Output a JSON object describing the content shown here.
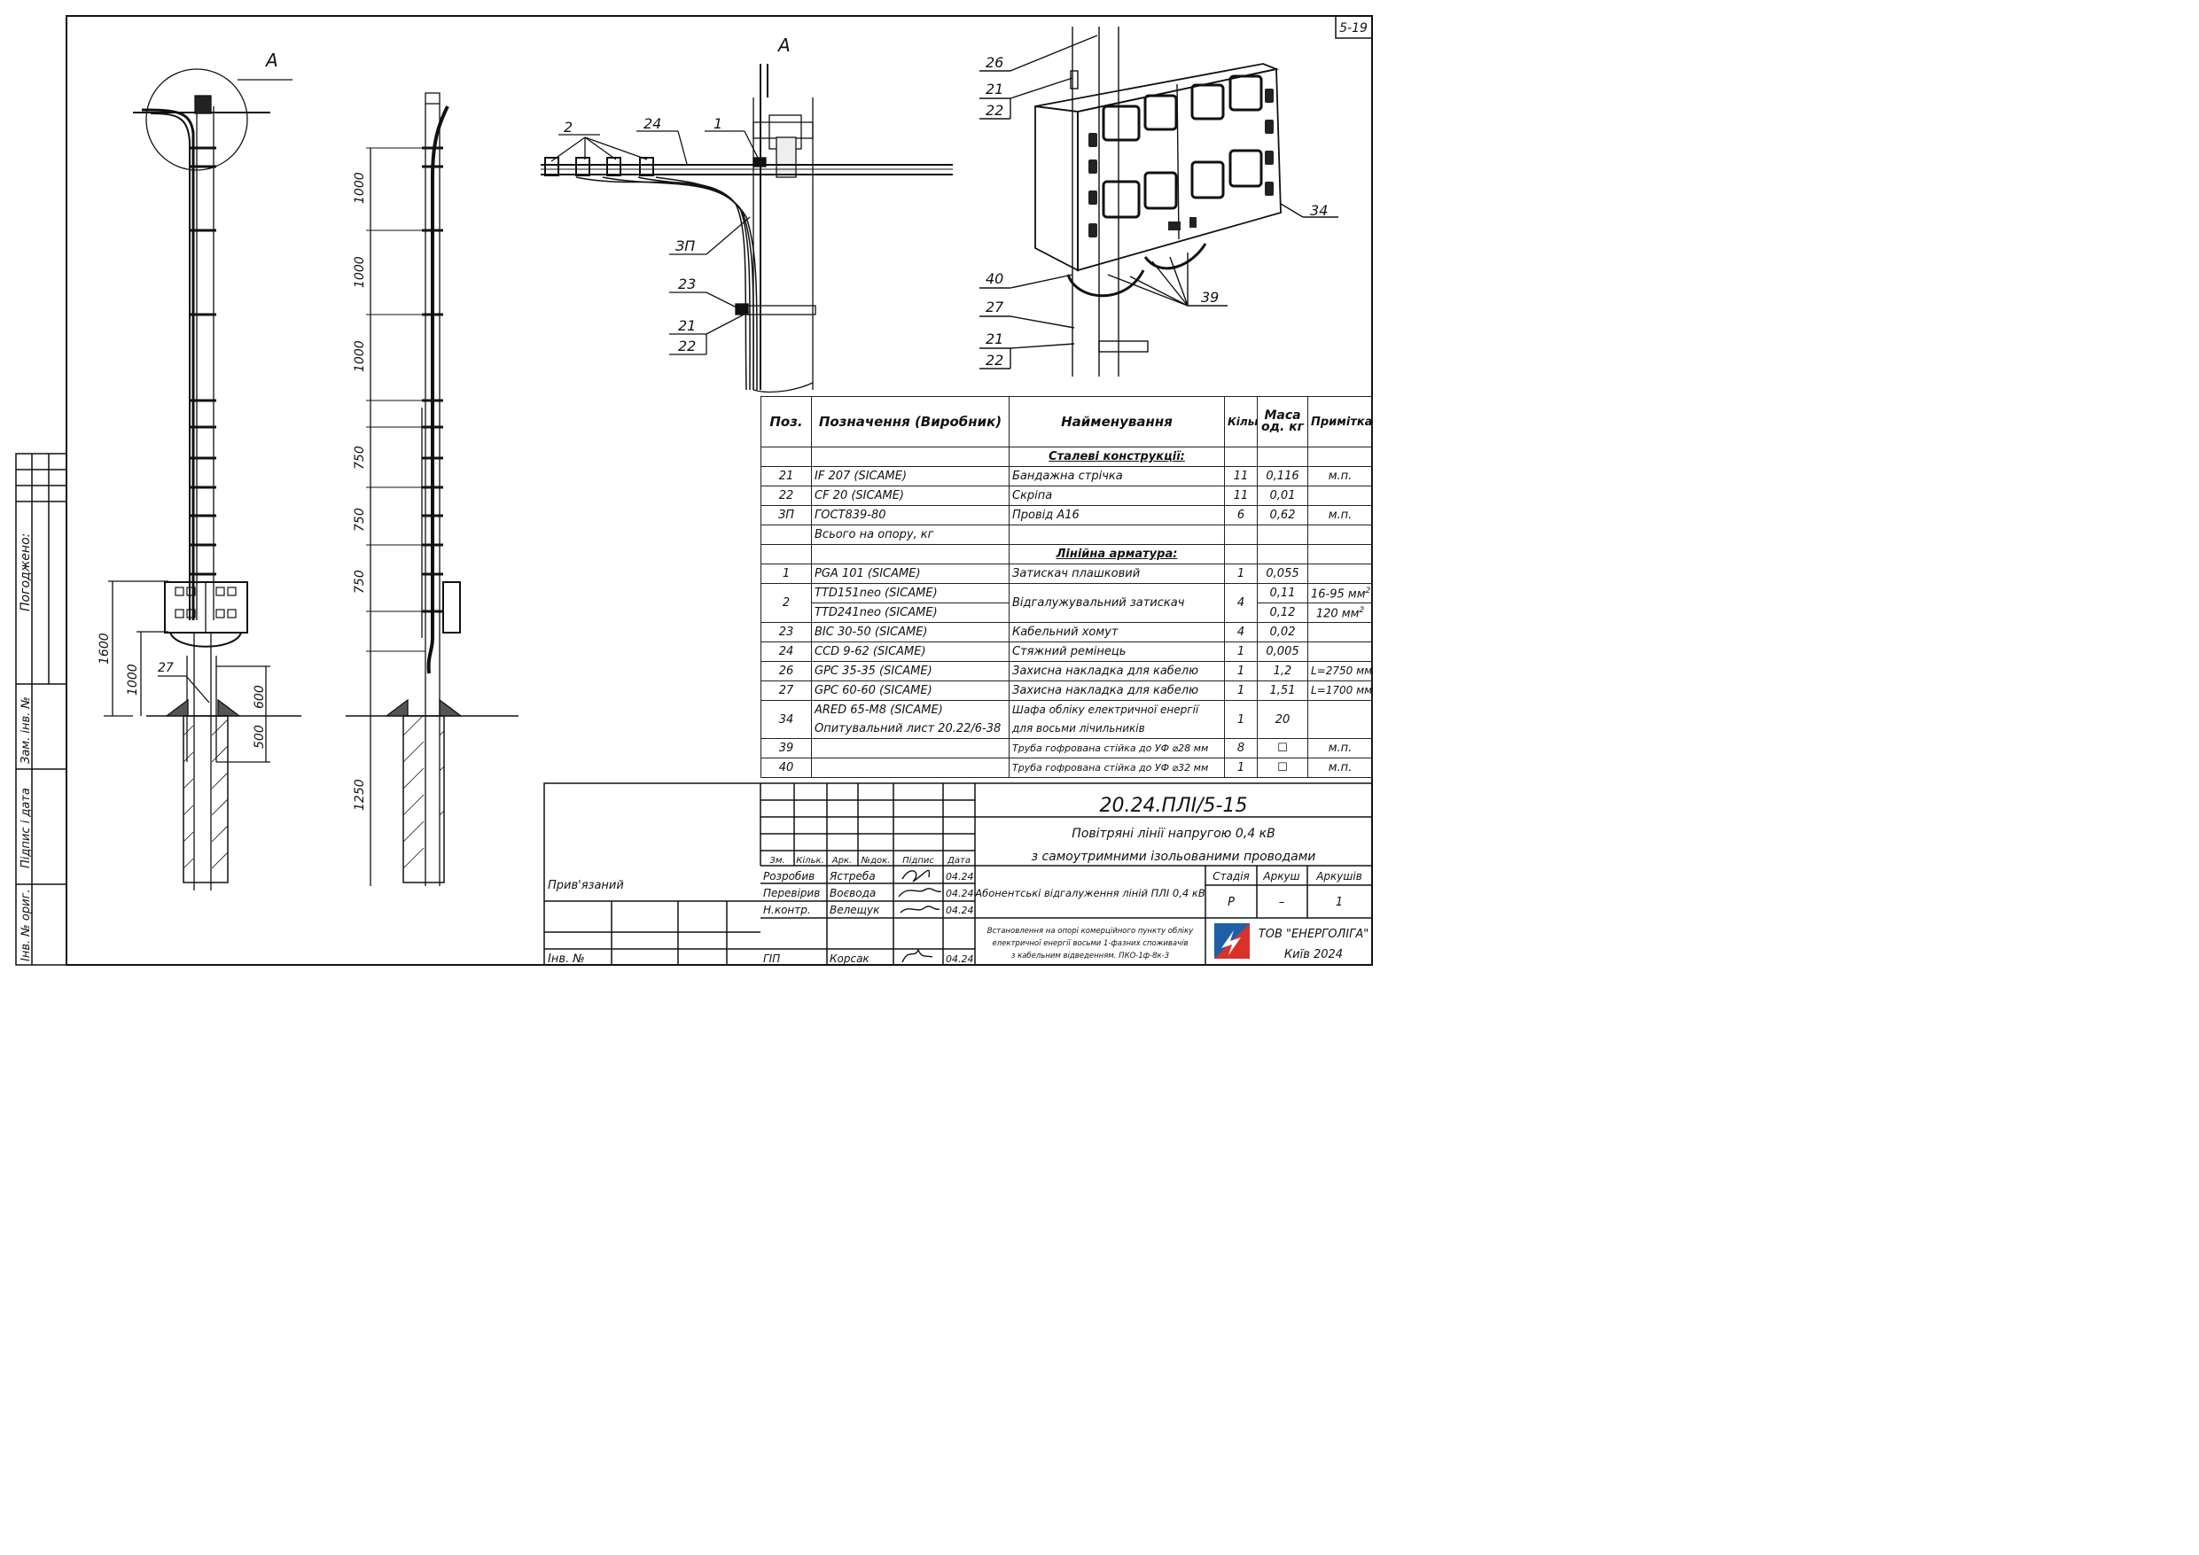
{
  "sheet_number": "5-19",
  "view_labels": {
    "detail_a_left": "А",
    "detail_a_right": "А"
  },
  "callouts": {
    "mid": [
      "2",
      "24",
      "1",
      "ЗП",
      "23",
      "21",
      "22"
    ],
    "right": [
      "26",
      "21",
      "22",
      "34",
      "40",
      "27",
      "39",
      "21",
      "22"
    ],
    "pole_front": "27"
  },
  "dimensions": {
    "front": [
      "1600",
      "1000",
      "600",
      "500"
    ],
    "side": [
      "1000",
      "1000",
      "1000",
      "750",
      "750",
      "750",
      "1250"
    ]
  },
  "side_stamp": {
    "agreed": "Погоджено:",
    "replaced_inv": "Зам. інв. №",
    "sign_date": "Підпис і дата",
    "inv_orig": "Інв. № ориг."
  },
  "spec_table": {
    "headers": {
      "pos": "Поз.",
      "designation": "Позначення (Виробник)",
      "name": "Найменування",
      "qty": "Кільк.",
      "mass": "Маса од. кг",
      "note": "Примітка"
    },
    "sections": {
      "steel": "Сталеві конструкції:",
      "fittings": "Лінійна арматура:"
    },
    "steel_rows": [
      {
        "pos": "21",
        "des": "IF 207  (SICAME)",
        "name": "Бандажна стрічка",
        "qty": "11",
        "mass": "0,116",
        "note": "м.п."
      },
      {
        "pos": "22",
        "des": "CF 20  (SICAME)",
        "name": "Скріпа",
        "qty": "11",
        "mass": "0,01",
        "note": ""
      },
      {
        "pos": "ЗП",
        "des": "ГОСТ839-80",
        "name": "Провід А16",
        "qty": "6",
        "mass": "0,62",
        "note": "м.п."
      },
      {
        "pos": "",
        "des": "Всього на опору, кг",
        "name": "",
        "qty": "",
        "mass": "",
        "note": ""
      }
    ],
    "row_1": {
      "pos": "1",
      "des": "PGA 101  (SICAME)",
      "name": "Затискач плашковий",
      "qty": "1",
      "mass": "0,055",
      "note": ""
    },
    "row_2": {
      "pos": "2",
      "des_a": "TTD151neo  (SICAME)",
      "des_b": "TTD241neo  (SICAME)",
      "name": "Відгалужувальний затискач",
      "qty": "4",
      "mass_a": "0,11",
      "mass_b": "0,12",
      "note_a": "16-95 мм",
      "note_b": "120 мм",
      "sup": "2"
    },
    "rows_mid": [
      {
        "pos": "23",
        "des": "BIC 30-50  (SICAME)",
        "name": "Кабельний хомут",
        "qty": "4",
        "mass": "0,02",
        "note": ""
      },
      {
        "pos": "24",
        "des": "CCD 9-62  (SICAME)",
        "name": "Стяжний ремінець",
        "qty": "1",
        "mass": "0,005",
        "note": ""
      },
      {
        "pos": "26",
        "des": "GPC 35-35  (SICAME)",
        "name": "Захисна накладка для кабелю",
        "qty": "1",
        "mass": "1,2",
        "note": "L=2750 мм"
      },
      {
        "pos": "27",
        "des": "GPC 60-60  (SICAME)",
        "name": "Захисна накладка для кабелю",
        "qty": "1",
        "mass": "1,51",
        "note": "L=1700 мм"
      }
    ],
    "row_34": {
      "pos": "34",
      "des_a": "ARED 65-M8  (SICAME)",
      "des_b": "Опитувальний лист 20.22/6-38",
      "name_a": "Шафа обліку електричної енергії",
      "name_b": "для восьми лічильників",
      "qty": "1",
      "mass": "20",
      "note": ""
    },
    "rows_end": [
      {
        "pos": "39",
        "des": "",
        "name": "Труба гофрована стійка до УФ ⌀28 мм",
        "qty": "8",
        "mass": "☐",
        "note": "м.п."
      },
      {
        "pos": "40",
        "des": "",
        "name": "Труба гофрована стійка до УФ ⌀32 мм",
        "qty": "1",
        "mass": "☐",
        "note": "м.п."
      }
    ]
  },
  "title_block": {
    "code": "20.24.ПЛІ/5-15",
    "title_line1": "Повітряні лінії напругою 0,4 кВ",
    "title_line2": "з самоутримними ізольованими проводами",
    "col_heads": [
      "Зм.",
      "Кільк.",
      "Арк.",
      "№док.",
      "Підпис",
      "Дата"
    ],
    "people": [
      {
        "role": "Розробив",
        "name": "Ястреба",
        "date": "04.24"
      },
      {
        "role": "Перевірив",
        "name": "Воєвода",
        "date": "04.24"
      },
      {
        "role": "Н.контр.",
        "name": "Велещук",
        "date": "04.24"
      },
      {
        "role": "ГІП",
        "name": "Корсак",
        "date": "04.24"
      }
    ],
    "linked": "Прив'язаний",
    "inv_no": "Інв. №",
    "sheet_title": "Абонентські відгалуження ліній ПЛІ 0,4 кВ",
    "stage_head": "Стадія",
    "sheet_head": "Аркуш",
    "sheets_head": "Аркушів",
    "stage": "Р",
    "sheet": "–",
    "sheets": "1",
    "description_lines": [
      "Встановлення на опорі комерційного пункту обліку",
      "електричної енергії восьми 1-фазних споживачів",
      "з кабельним відведенням. ПКО-1ф-8к-3"
    ],
    "company": "ТОВ \"ЕНЕРГОЛІГА\"",
    "city_year": "Київ 2024"
  },
  "colors": {
    "line": "#111111",
    "logo_blue": "#1f5fa8",
    "logo_red": "#d9322b"
  }
}
